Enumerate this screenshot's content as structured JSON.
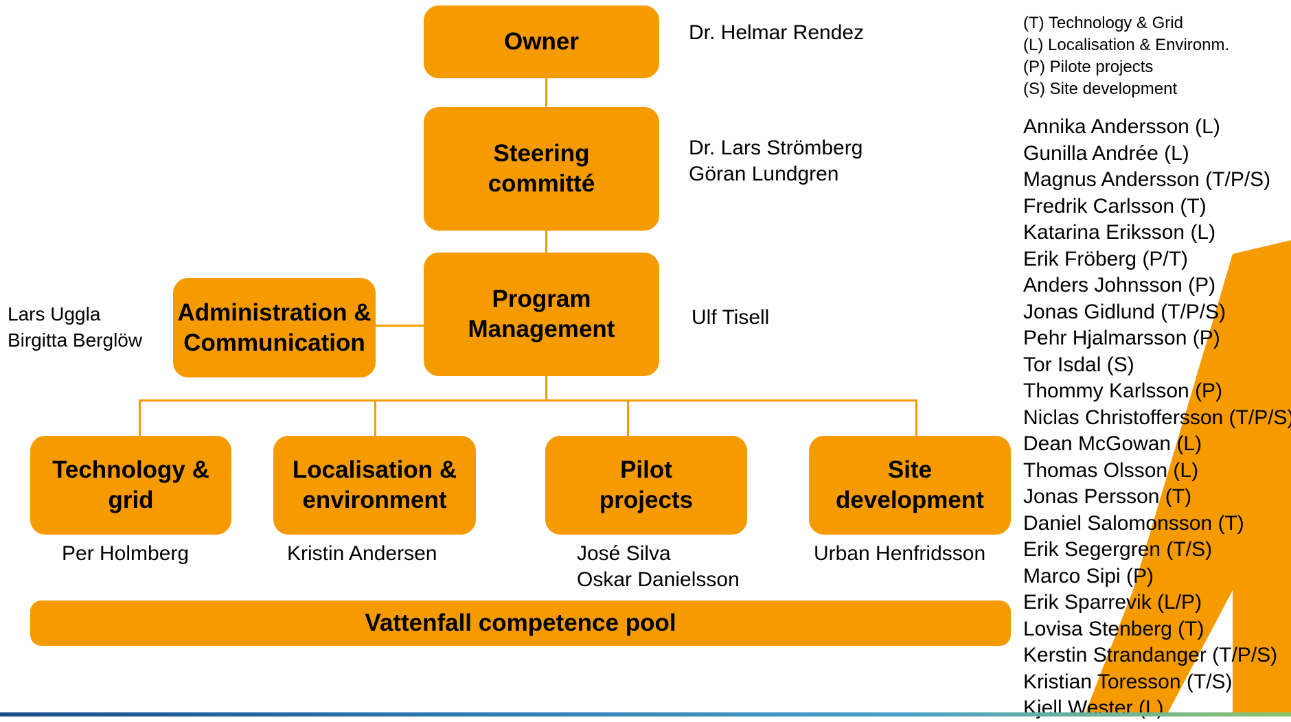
{
  "boxes": {
    "owner": [
      "Owner"
    ],
    "steering": [
      "Steering",
      "committé"
    ],
    "program": [
      "Program",
      "Management"
    ],
    "admin": [
      "Administration &",
      "Communication"
    ],
    "technology": [
      "Technology &",
      "grid"
    ],
    "localisation": [
      "Localisation &",
      "environment"
    ],
    "pilot": [
      "Pilot",
      "projects"
    ],
    "site": [
      "Site",
      "development"
    ],
    "pool": [
      "Vattenfall competence pool"
    ]
  },
  "people": {
    "owner": [
      "Dr. Helmar Rendez"
    ],
    "steering": [
      "Dr. Lars Strömberg",
      "Göran Lundgren"
    ],
    "program": [
      "Ulf Tisell"
    ],
    "admin": [
      "Lars Uggla",
      "Birgitta Berglöw"
    ],
    "technology": [
      "Per Holmberg"
    ],
    "localisation": [
      "Kristin Andersen"
    ],
    "pilot": [
      "José Silva",
      "Oskar Danielsson"
    ],
    "site": [
      "Urban Henfridsson"
    ]
  },
  "legend": [
    "(T) Technology & Grid",
    "(L) Localisation & Environm.",
    "(P) Pilote projects",
    "(S) Site development"
  ],
  "roster": [
    "Annika Andersson (L)",
    "Gunilla Andrée (L)",
    "Magnus Andersson (T/P/S)",
    "Fredrik Carlsson (T)",
    "Katarina Eriksson (L)",
    "Erik Fröberg (P/T)",
    "Anders Johnsson (P)",
    "Jonas Gidlund (T/P/S)",
    "Pehr Hjalmarsson (P)",
    "Tor Isdal (S)",
    "Thommy Karlsson (P)",
    "Niclas Christoffersson (T/P/S)",
    "Dean McGowan (L)",
    "Thomas Olsson (L)",
    "Jonas Persson (T)",
    "Daniel Salomonsson (T)",
    "Erik Segergren (T/S)",
    "Marco Sipi (P)",
    "Erik Sparrevik (L/P)",
    "Lovisa Stenberg (T)",
    "Kerstin Strandanger (T/P/S)",
    "Kristian Toresson (T/S)",
    "Kjell Wester (L)"
  ],
  "colors": {
    "accent": "#F59B00",
    "connector": "#F59B00"
  }
}
